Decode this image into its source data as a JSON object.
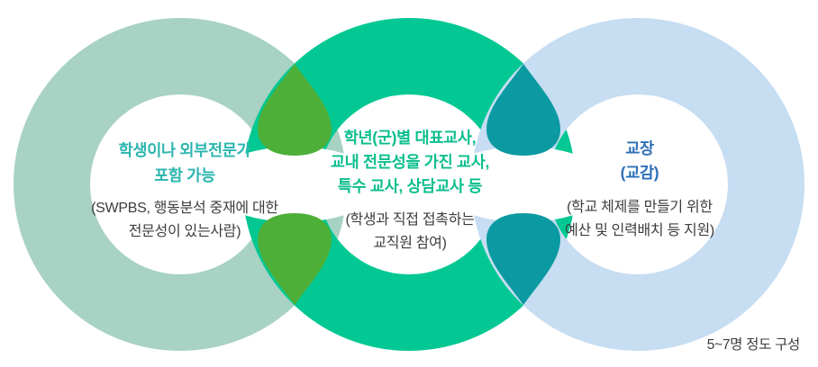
{
  "diagram": {
    "type": "interlocking-rings-venn",
    "caption": "5~7명 정도 구성",
    "colors": {
      "ring_left": "#A8D2C3",
      "ring_middle": "#03C893",
      "ring_right": "#C6DDF2",
      "overlap_left_middle": "#4DAF38",
      "overlap_middle_right": "#0B9AA1",
      "heading_left": "#2BB5AF",
      "heading_middle": "#0BBE8D",
      "heading_right": "#2E6FB7",
      "body_text": "#3D3D3D",
      "background": "#FFFFFF"
    },
    "rings": [
      {
        "id": "external-experts",
        "heading_lines": [
          "학생이나 외부전문가",
          "포함 가능"
        ],
        "body_lines": [
          "(SWPBS, 행동분석 중재에 대한",
          "전문성이 있는사람)"
        ]
      },
      {
        "id": "teachers",
        "heading_lines": [
          "학년(군)별 대표교사,",
          "교내 전문성을 가진 교사,",
          "특수 교사, 상담교사 등"
        ],
        "body_lines": [
          "(학생과 직접 접촉하는",
          "교직원 참여)"
        ]
      },
      {
        "id": "principal",
        "heading_lines": [
          "교장",
          "(교감)"
        ],
        "body_lines": [
          "(학교 체제를 만들기 위한",
          "예산 및 인력배치 등 지원)"
        ]
      }
    ]
  }
}
